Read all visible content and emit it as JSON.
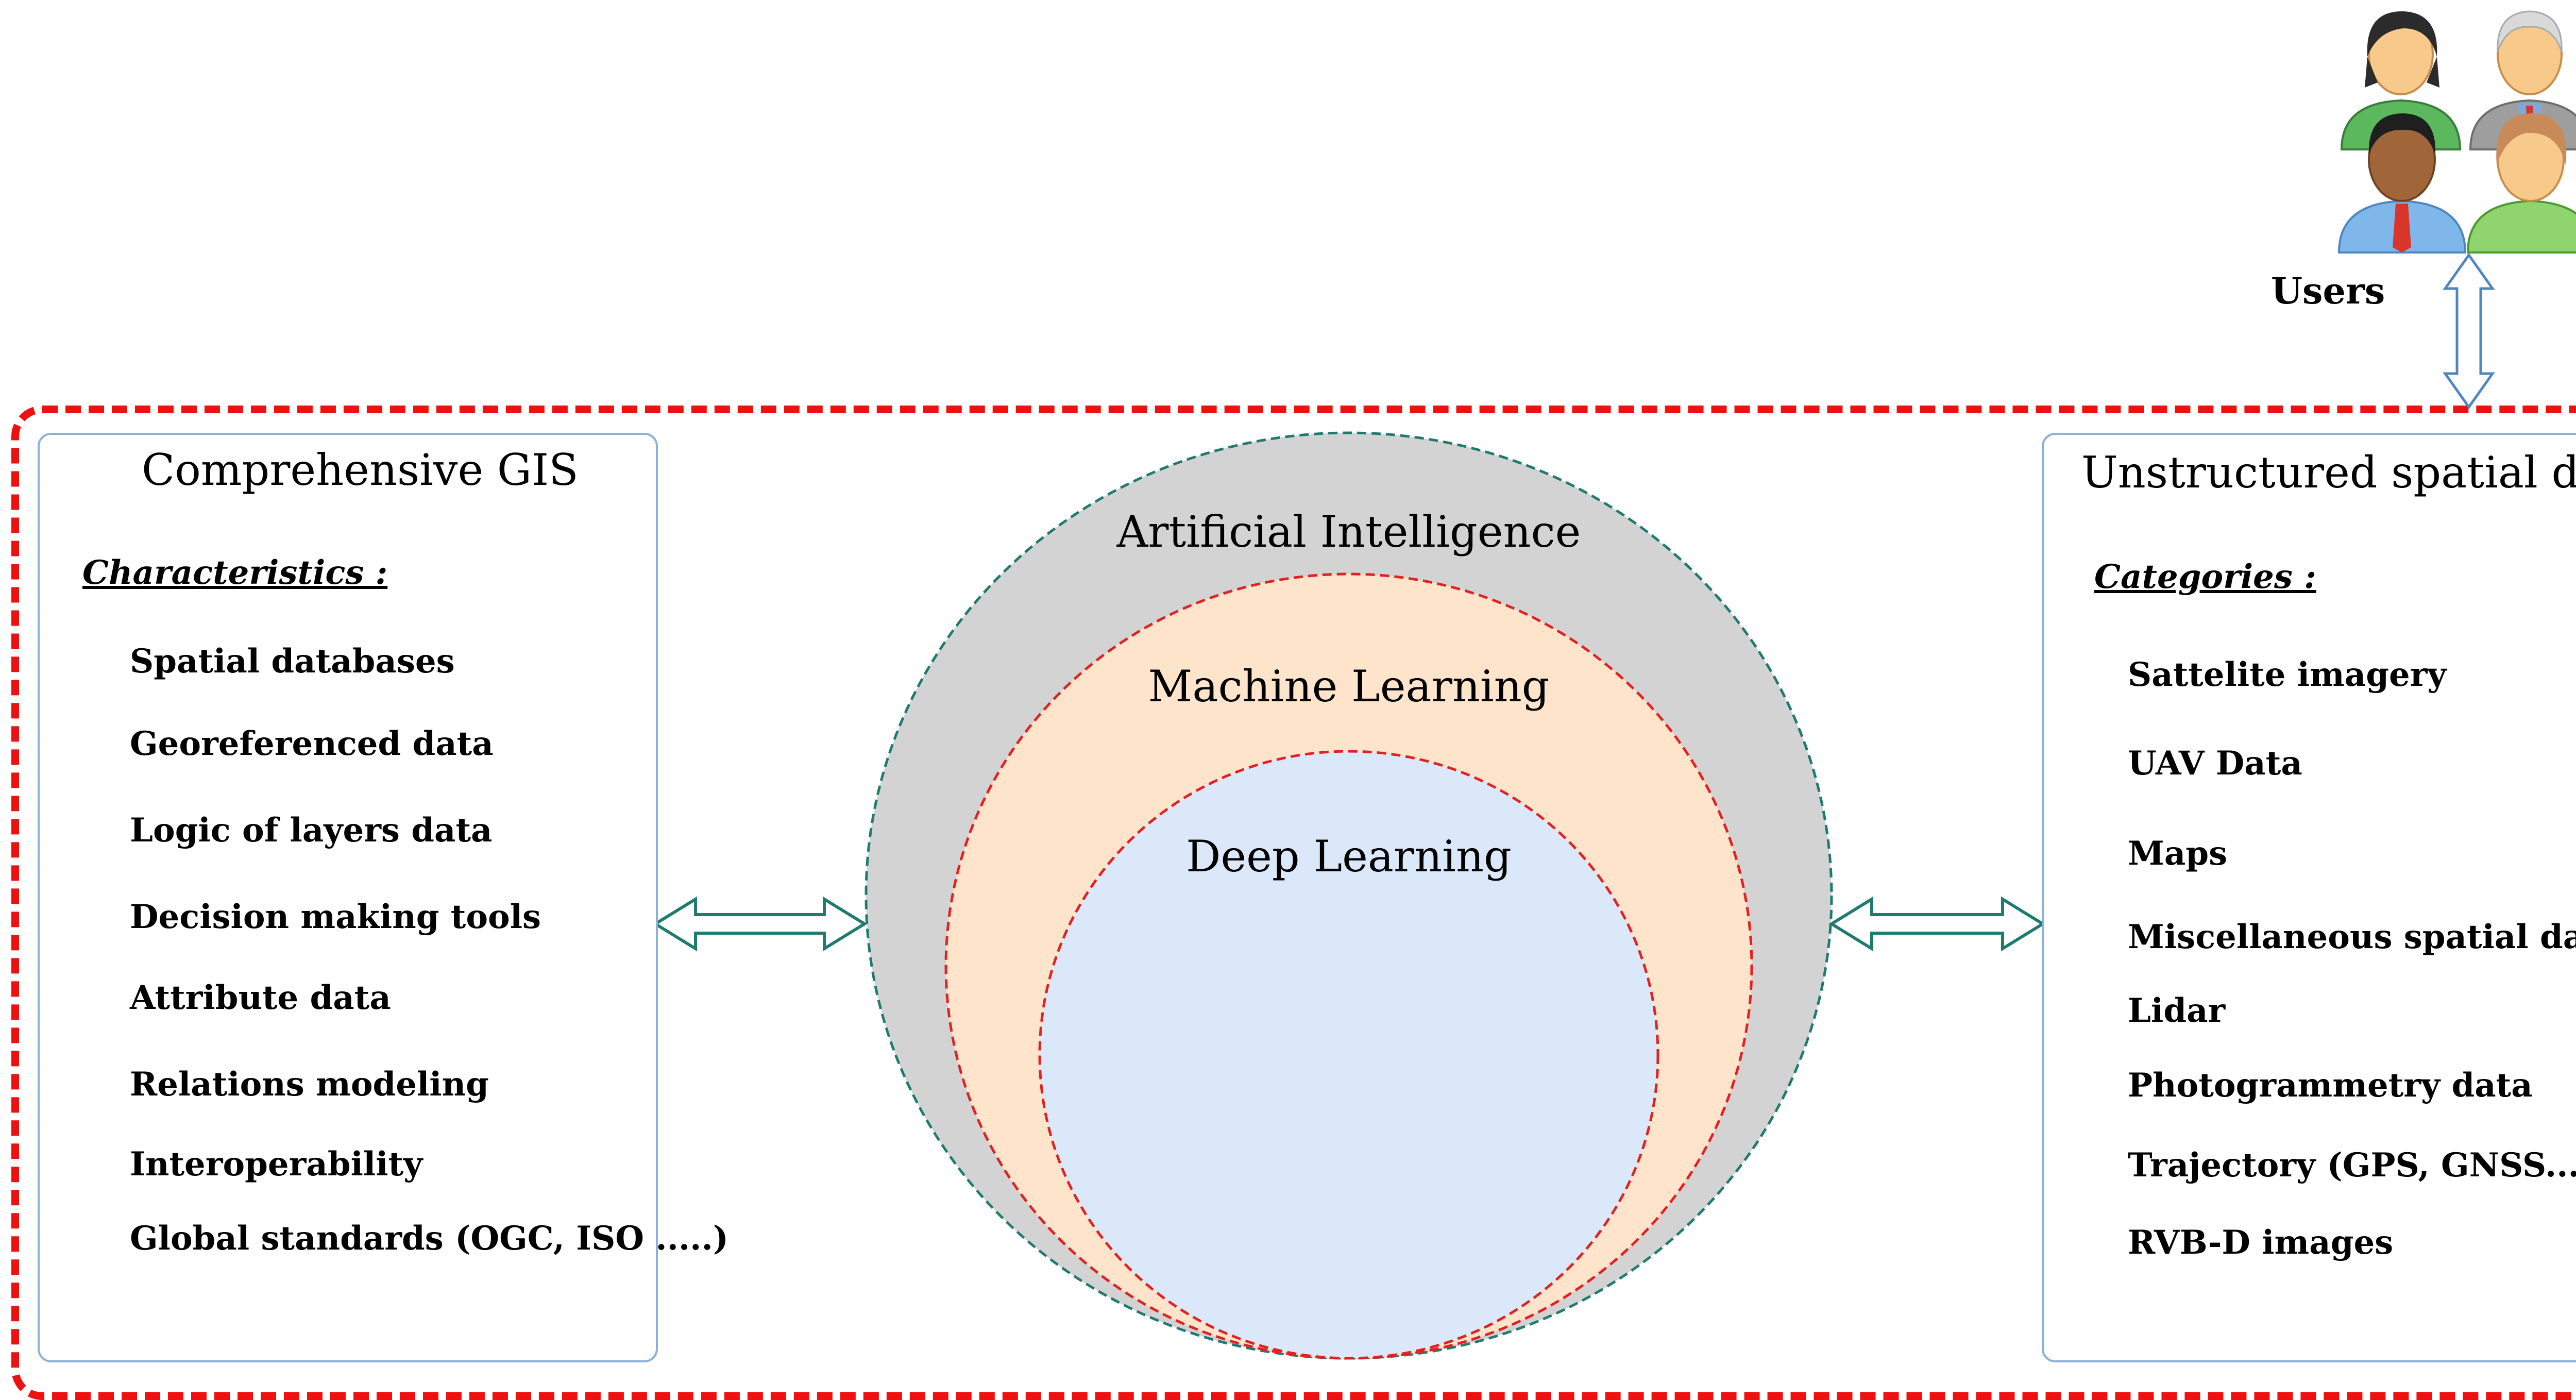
{
  "left_panel": {
    "title": "Comprehensive GIS",
    "subtitle": "Characteristics :",
    "items": [
      "Spatial databases",
      "Georeferenced data",
      "Logic of layers data",
      "Decision making tools",
      "Attribute data",
      "Relations modeling",
      "Interoperability",
      "Global standards (OGC, ISO .....)"
    ]
  },
  "right_panel": {
    "title": "Unstructured spatial data",
    "subtitle": "Categories :",
    "items": [
      "Sattelite imagery",
      "UAV Data",
      "Maps",
      "Miscellaneous spatial data",
      "Lidar",
      "Photogrammetry data",
      "Trajectory (GPS, GNSS.....)",
      "RVB-D images"
    ]
  },
  "center": {
    "outer_label": "Artificial Intelligence",
    "middle_label": "Machine Learning",
    "inner_label": "Deep Learning"
  },
  "users": {
    "label": "Users",
    "icon": "users-group-icon"
  },
  "colors": {
    "frame": "#ee1111",
    "panel_border": "#8eb0d6",
    "ai_fill": "#d3d3d3",
    "ml_fill": "#fde4cb",
    "dl_fill": "#dae8f9",
    "arrow_teal": "#1f7a70",
    "arrow_blue": "#4f86c0"
  }
}
